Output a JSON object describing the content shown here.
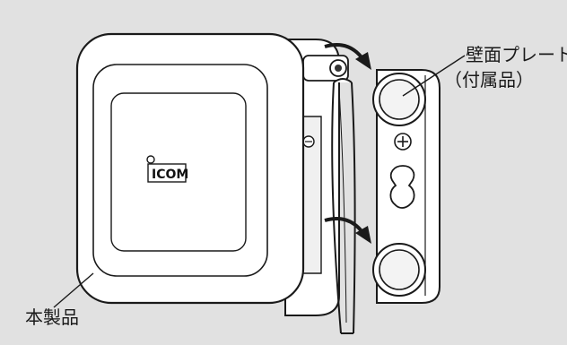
{
  "labels": {
    "wall_plate": "壁面プレート",
    "wall_plate_sub": "（付属品）",
    "main_unit": "本製品"
  },
  "logo": {
    "text": "ICOM"
  },
  "colors": {
    "background": "#e1e1e1",
    "device_fill": "#ffffff",
    "outline": "#1a1a1a",
    "arrow": "#1a1a1a"
  },
  "icons": [
    "curved-arrow",
    "screw-head",
    "keyhole-slot",
    "ring-mount"
  ]
}
